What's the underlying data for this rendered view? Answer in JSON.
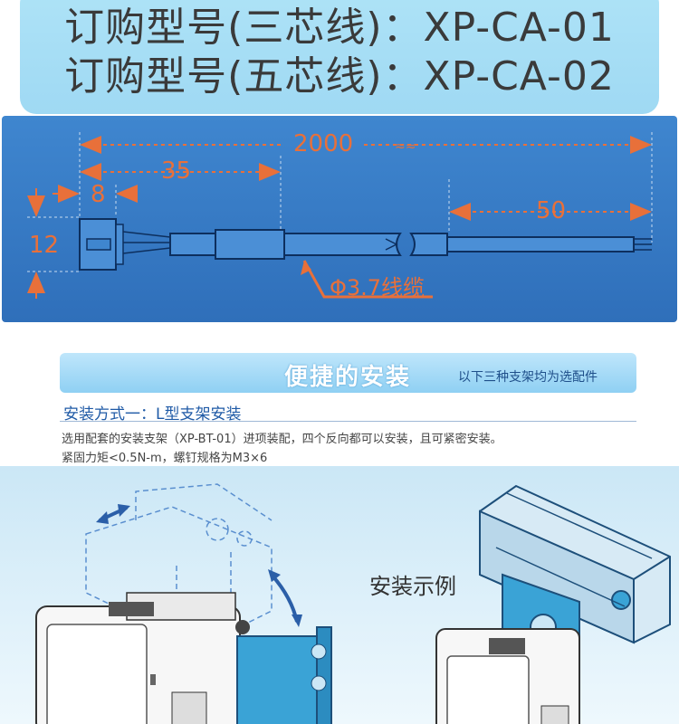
{
  "order": {
    "line1": "订购型号(三芯线)：XP-CA-01",
    "line2": "订购型号(五芯线)：XP-CA-02"
  },
  "cable_diagram": {
    "dim_total": "2000",
    "dim_35": "35",
    "dim_8": "8",
    "dim_50": "50",
    "dim_12": "12",
    "cable_label": "Φ3.7线缆",
    "arrow_color": "#e8703a"
  },
  "section": {
    "title": "便捷的安装",
    "note": "以下三种支架均为选配件"
  },
  "method": {
    "title": "安装方式一：L型支架安装",
    "desc1": "选用配套的安装支架（XP-BT-01）进项装配，四个反向都可以安装，且可紧密安装。",
    "desc2": "紧固力矩<0.5N-m，螺钉规格为M3×6"
  },
  "illustration": {
    "example_label": "安装示例"
  }
}
